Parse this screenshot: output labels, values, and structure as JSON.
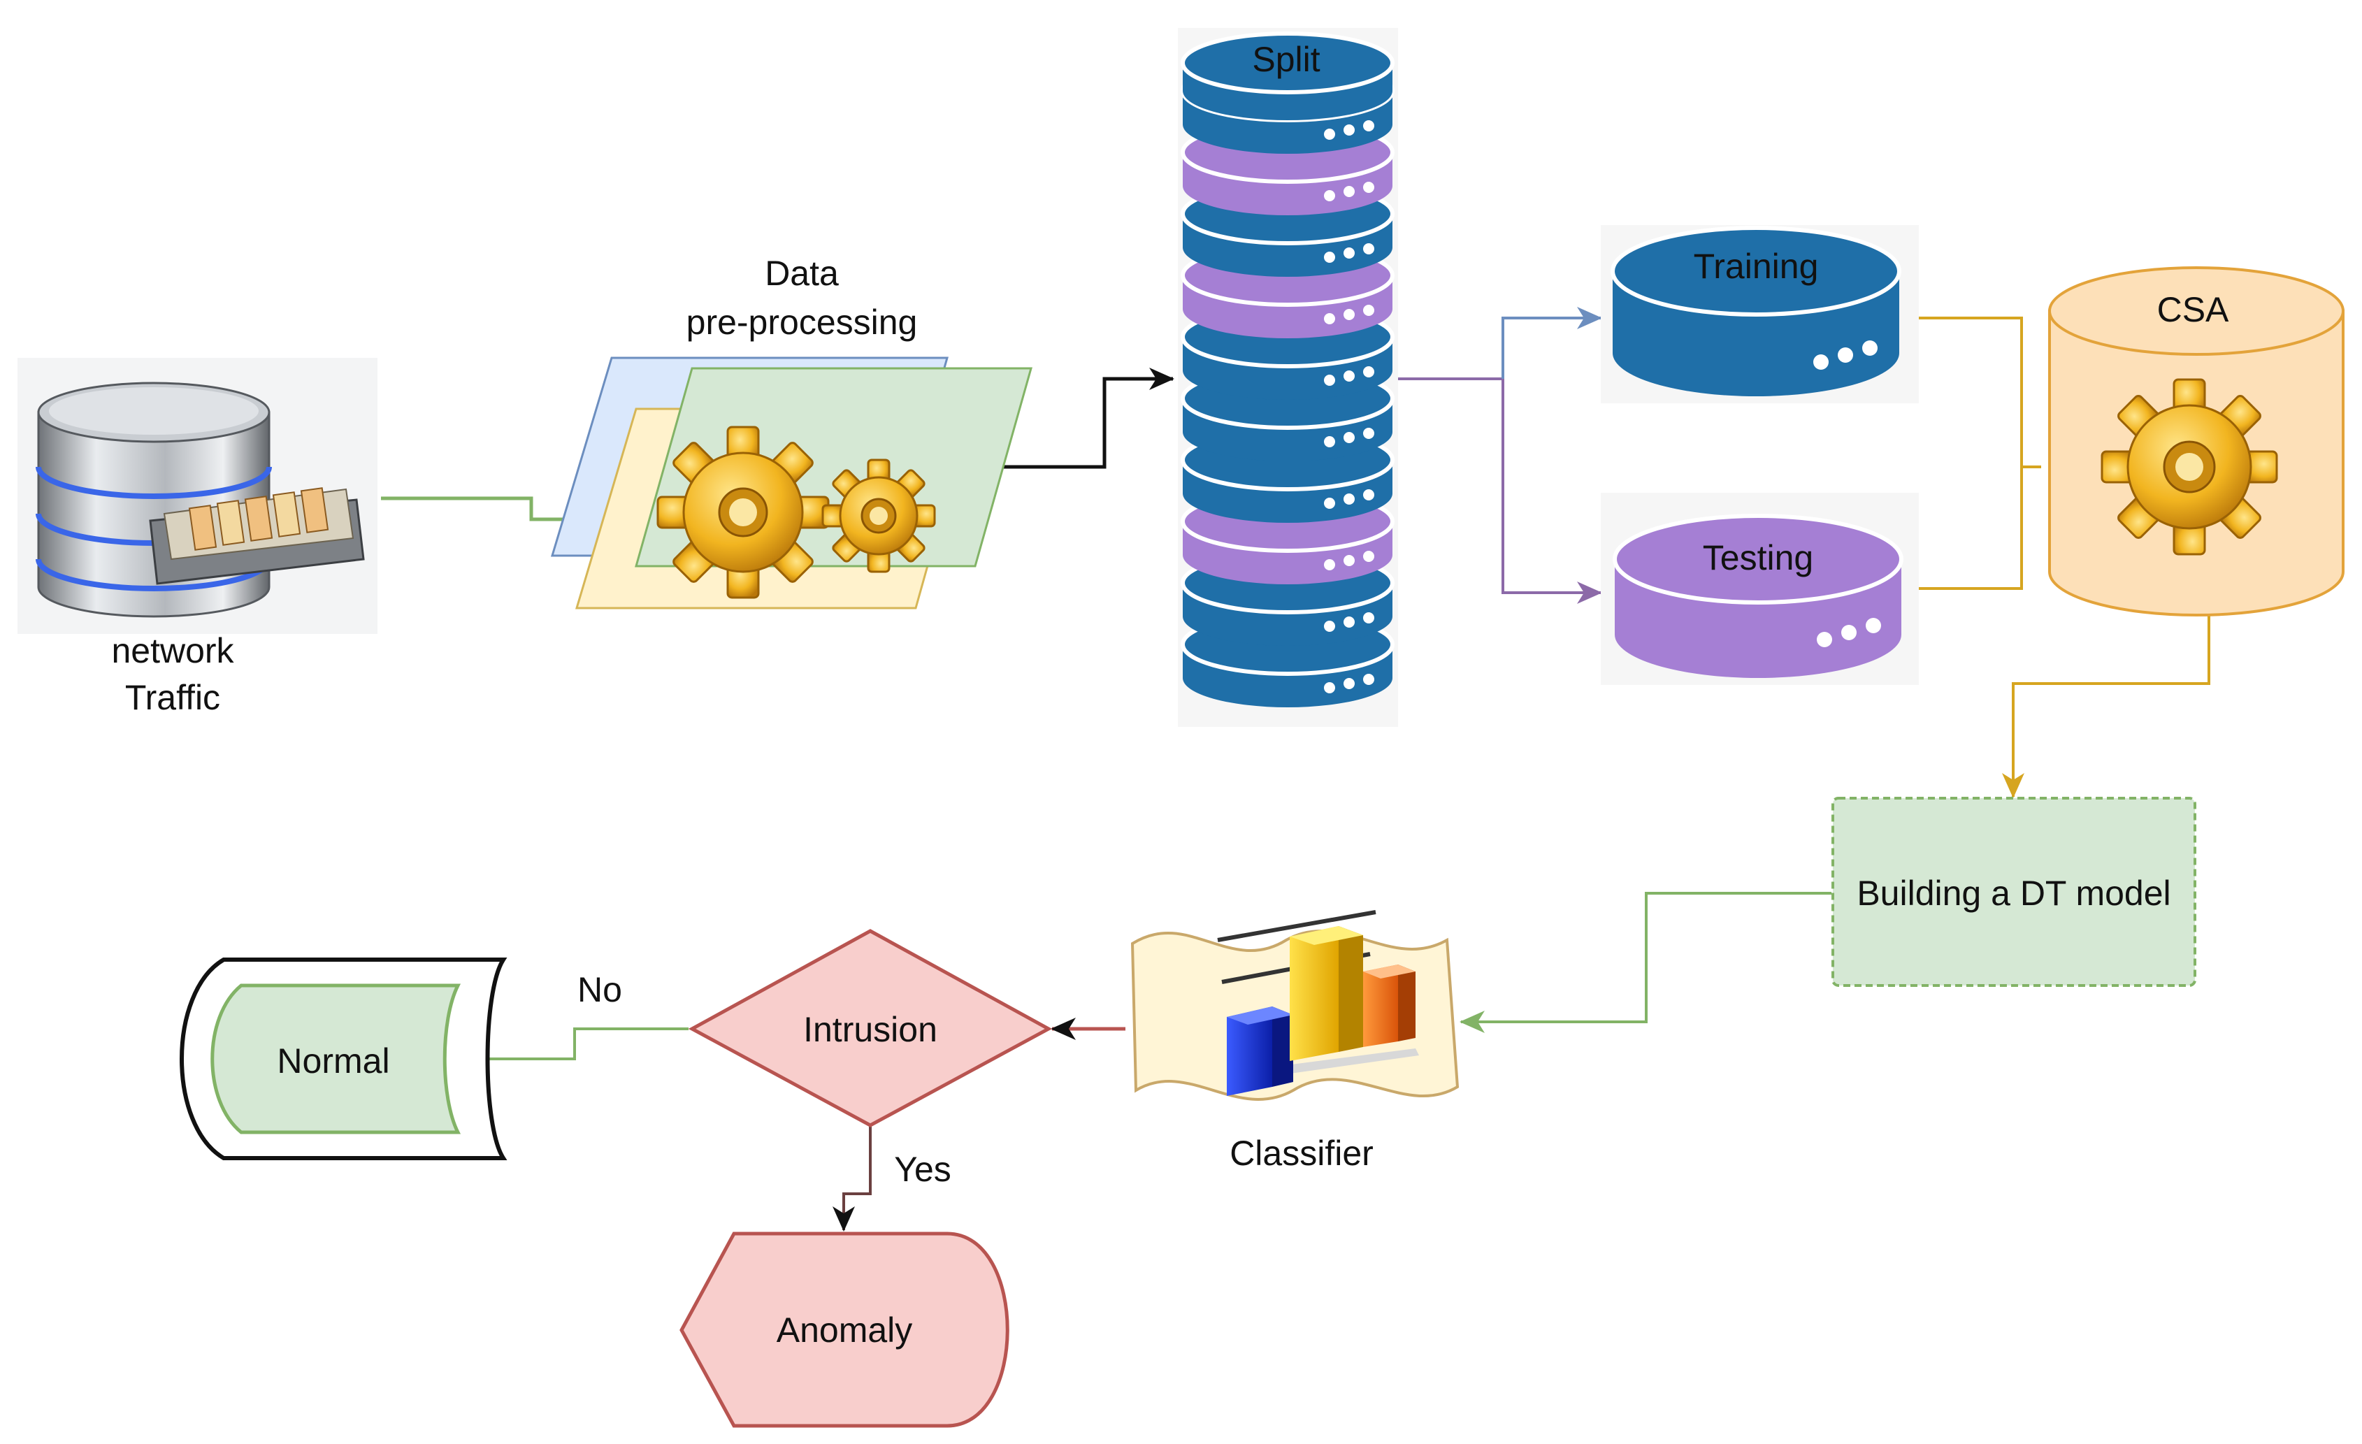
{
  "nodes": {
    "network_traffic": {
      "line1": "network",
      "line2": "Traffic"
    },
    "preprocessing": {
      "line1": "Data",
      "line2": "pre-processing"
    },
    "split": {
      "label": "Split"
    },
    "training": {
      "label": "Training"
    },
    "testing": {
      "label": "Testing"
    },
    "csa": {
      "label": "CSA"
    },
    "dt_model": {
      "label": "Building a DT model"
    },
    "classifier": {
      "label": "Classifier"
    },
    "intrusion": {
      "label": "Intrusion"
    },
    "normal": {
      "label": "Normal"
    },
    "anomaly": {
      "label": "Anomaly"
    }
  },
  "edges": {
    "no_label": "No",
    "yes_label": "Yes"
  },
  "colors": {
    "db_blue": "#1f6fa8",
    "db_purple": "#a57fd4",
    "csa_orange": "#fde0b8",
    "csa_stroke": "#e3a33a",
    "green_fill": "#d5e8d4",
    "green_stroke": "#82b366",
    "red_fill": "#f8cecc",
    "red_stroke": "#b85450",
    "gold_arrow": "#d6a520",
    "purple_arrow": "#8c6aa8",
    "blue_arrow": "#6c8ebf"
  }
}
